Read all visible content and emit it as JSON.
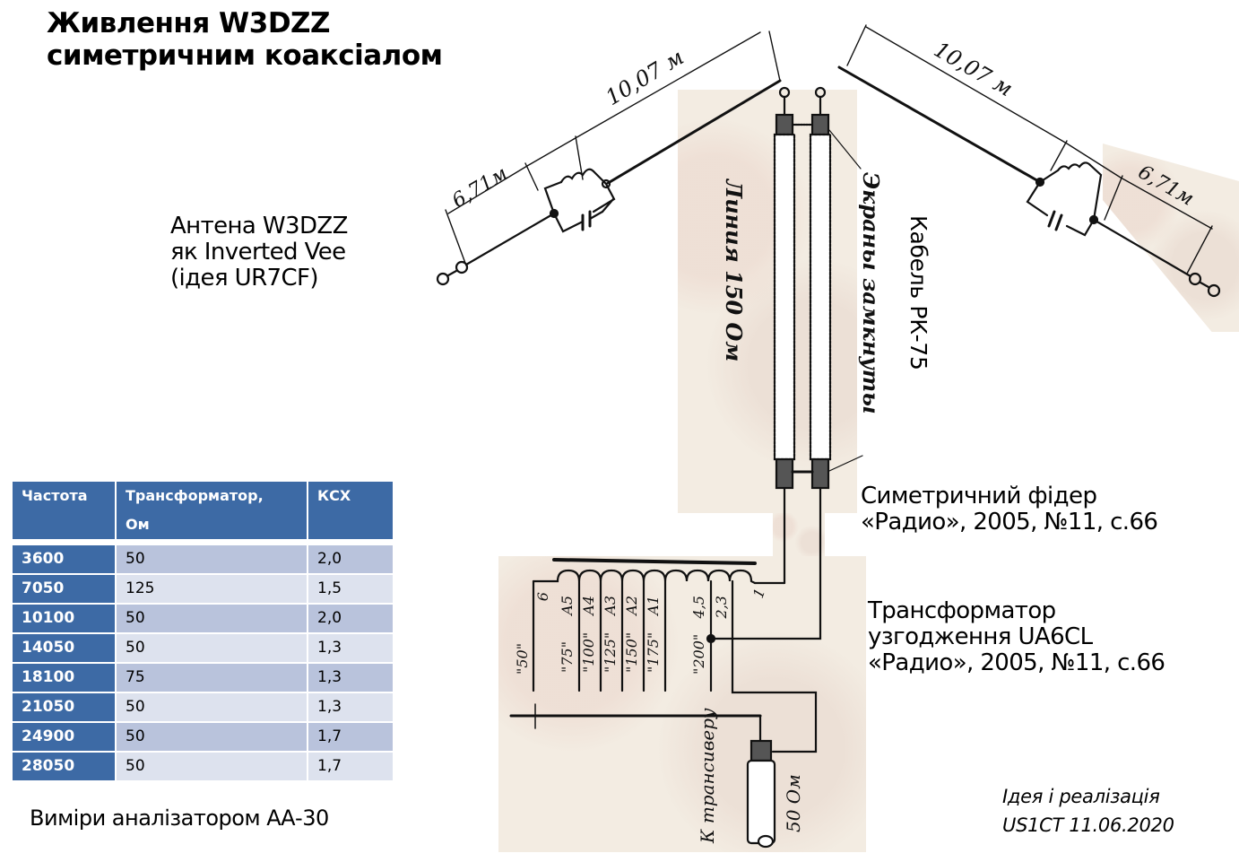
{
  "title": {
    "line1": "Живлення W3DZZ",
    "line2": "симетричним коаксіалом"
  },
  "antenna_caption": {
    "line1": "Антена W3DZZ",
    "line2": "як Inverted Vee",
    "line3": "(ідея UR7CF)"
  },
  "cable_caption": "Кабель РК-75",
  "feeder_caption": {
    "line1": "Симетричний фідер",
    "line2": "«Радио», 2005, №11, с.66"
  },
  "transformer_caption": {
    "line1": "Трансформатор",
    "line2": "узгодження UA6CL",
    "line3": "«Радио», 2005, №11, с.66"
  },
  "author": {
    "line1": "Ідея і реалізація",
    "line2": "US1CT 11.06.2020"
  },
  "measure_note": "Виміри аналізатором АА-30",
  "table": {
    "headers": [
      "Частота",
      "Трансформатор, Ом",
      "КСХ"
    ],
    "header_lines": {
      "col1_line1": "Трансформатор,",
      "col1_line2": "Ом"
    },
    "rows": [
      [
        "3600",
        "50",
        "2,0"
      ],
      [
        "7050",
        "125",
        "1,5"
      ],
      [
        "10100",
        "50",
        "2,0"
      ],
      [
        "14050",
        "50",
        "1,3"
      ],
      [
        "18100",
        "75",
        "1,3"
      ],
      [
        "21050",
        "50",
        "1,3"
      ],
      [
        "24900",
        "50",
        "1,7"
      ],
      [
        "28050",
        "50",
        "1,7"
      ]
    ],
    "colors": {
      "header": "#3d6aa5",
      "row_dark": "#b9c3dc",
      "row_light": "#dde2ee"
    }
  },
  "diagram": {
    "left_arm": {
      "length_long": "10,07 м",
      "length_short": "6,71м"
    },
    "right_arm": {
      "length_long": "10,07 м",
      "length_short": "6,71м"
    },
    "line_label": "Линия 150 Ом",
    "shields_label": "Экраны замкнуты",
    "transformer": {
      "taps": [
        "1",
        "2,3",
        "4,5",
        "A1",
        "A2",
        "A3",
        "A4",
        "A5",
        "6"
      ],
      "impedance_labels": [
        "\"200\"",
        "\"175\"",
        "\"150\"",
        "\"125\"",
        "\"100\"",
        "\"75\"",
        "\"50\""
      ]
    },
    "to_transceiver_label": "К трансиверу",
    "coax_label": "50 Ом"
  }
}
